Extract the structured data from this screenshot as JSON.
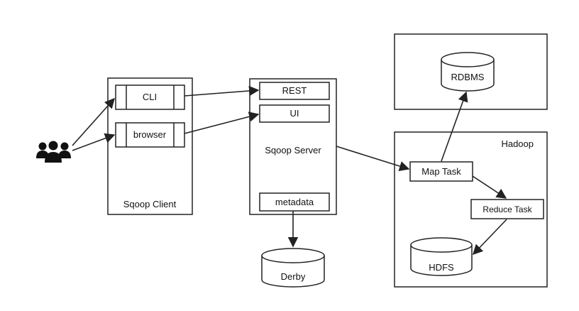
{
  "diagram": {
    "users_icon": "users-group-icon",
    "sqoop_client": {
      "title": "Sqoop Client",
      "cli_label": "CLI",
      "browser_label": "browser"
    },
    "sqoop_server": {
      "title": "Sqoop Server",
      "rest_label": "REST",
      "ui_label": "UI",
      "metadata_label": "metadata"
    },
    "derby_label": "Derby",
    "rdbms_label": "RDBMS",
    "hadoop": {
      "title": "Hadoop",
      "map_task_label": "Map Task",
      "reduce_task_label": "Reduce Task",
      "hdfs_label": "HDFS"
    },
    "colors": {
      "stroke": "#222222",
      "background": "#ffffff"
    }
  }
}
